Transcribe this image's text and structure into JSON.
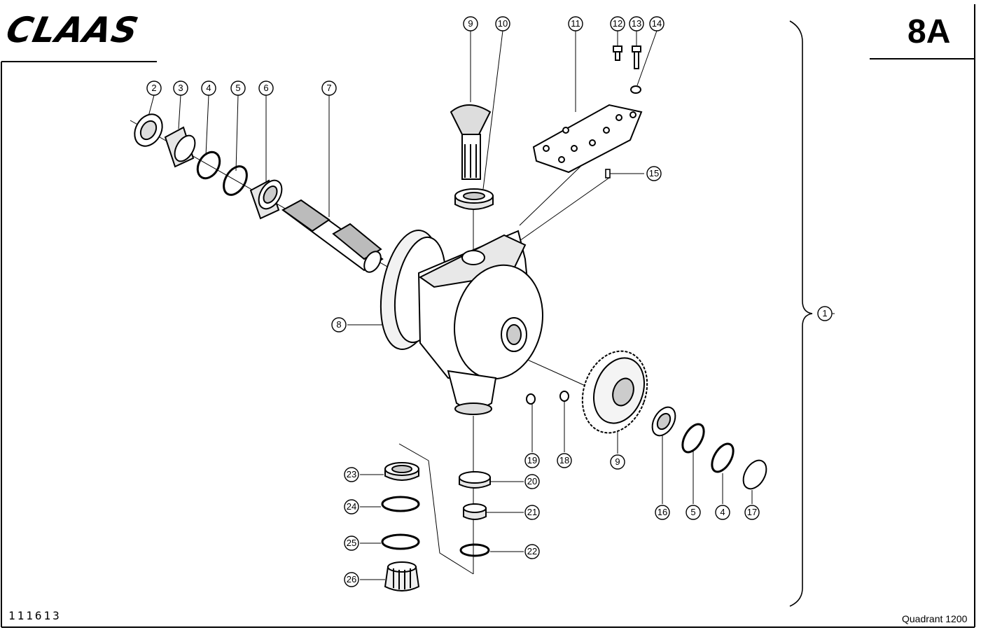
{
  "header": {
    "logo_text": "CLAAS",
    "page_number": "8A"
  },
  "footer": {
    "part_number": "111613",
    "model": "Quadrant 1200"
  },
  "callouts": {
    "c1": "1",
    "c2": "2",
    "c3": "3",
    "c4a": "4",
    "c5a": "5",
    "c6": "6",
    "c7": "7",
    "c8": "8",
    "c9a": "9",
    "c10": "10",
    "c11": "11",
    "c12": "12",
    "c13": "13",
    "c14": "14",
    "c15": "15",
    "c9b": "9",
    "c16": "16",
    "c5b": "5",
    "c4b": "4",
    "c17": "17",
    "c18": "18",
    "c19": "19",
    "c20": "20",
    "c21": "21",
    "c22": "22",
    "c23": "23",
    "c24": "24",
    "c25": "25",
    "c26": "26"
  },
  "colors": {
    "ink": "#000000",
    "paper": "#ffffff",
    "shade": "#d9d9d9"
  }
}
